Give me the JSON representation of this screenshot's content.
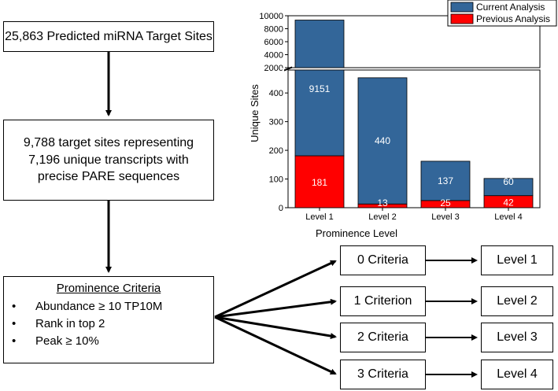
{
  "flow": {
    "box1": "25,863 Predicted miRNA Target Sites",
    "box2": "9,788 target sites representing 7,196 unique transcripts with precise PARE sequences",
    "criteria": {
      "title": "Prominence Criteria",
      "items": [
        "Abundance ≥  10 TP10M",
        "Rank in top 2",
        "Peak ≥ 10%"
      ]
    },
    "branches": [
      {
        "criteria": "0 Criteria",
        "level": "Level 1"
      },
      {
        "criteria": "1 Criterion",
        "level": "Level 2"
      },
      {
        "criteria": "2 Criteria",
        "level": "Level 3"
      },
      {
        "criteria": "3 Criteria",
        "level": "Level 4"
      }
    ]
  },
  "chart_data": {
    "type": "bar",
    "stacked": true,
    "broken_y_axis": true,
    "xlabel": "Prominence Level",
    "ylabel": "Unique Sites",
    "categories": [
      "Level 1",
      "Level 2",
      "Level 3",
      "Level 4"
    ],
    "series": [
      {
        "name": "Previous Analysis",
        "values": [
          181,
          13,
          25,
          42
        ],
        "color": "#ff0000"
      },
      {
        "name": "Current Analysis",
        "values": [
          9151,
          440,
          137,
          60
        ],
        "color": "#336699"
      }
    ],
    "lower_ticks": [
      "0",
      "100",
      "200",
      "300",
      "400"
    ],
    "upper_ticks": [
      "2000",
      "4000",
      "6000",
      "8000",
      "10000"
    ],
    "lower_range": [
      0,
      480
    ],
    "upper_range": [
      2000,
      10000
    ],
    "legend_position": "top-right"
  }
}
